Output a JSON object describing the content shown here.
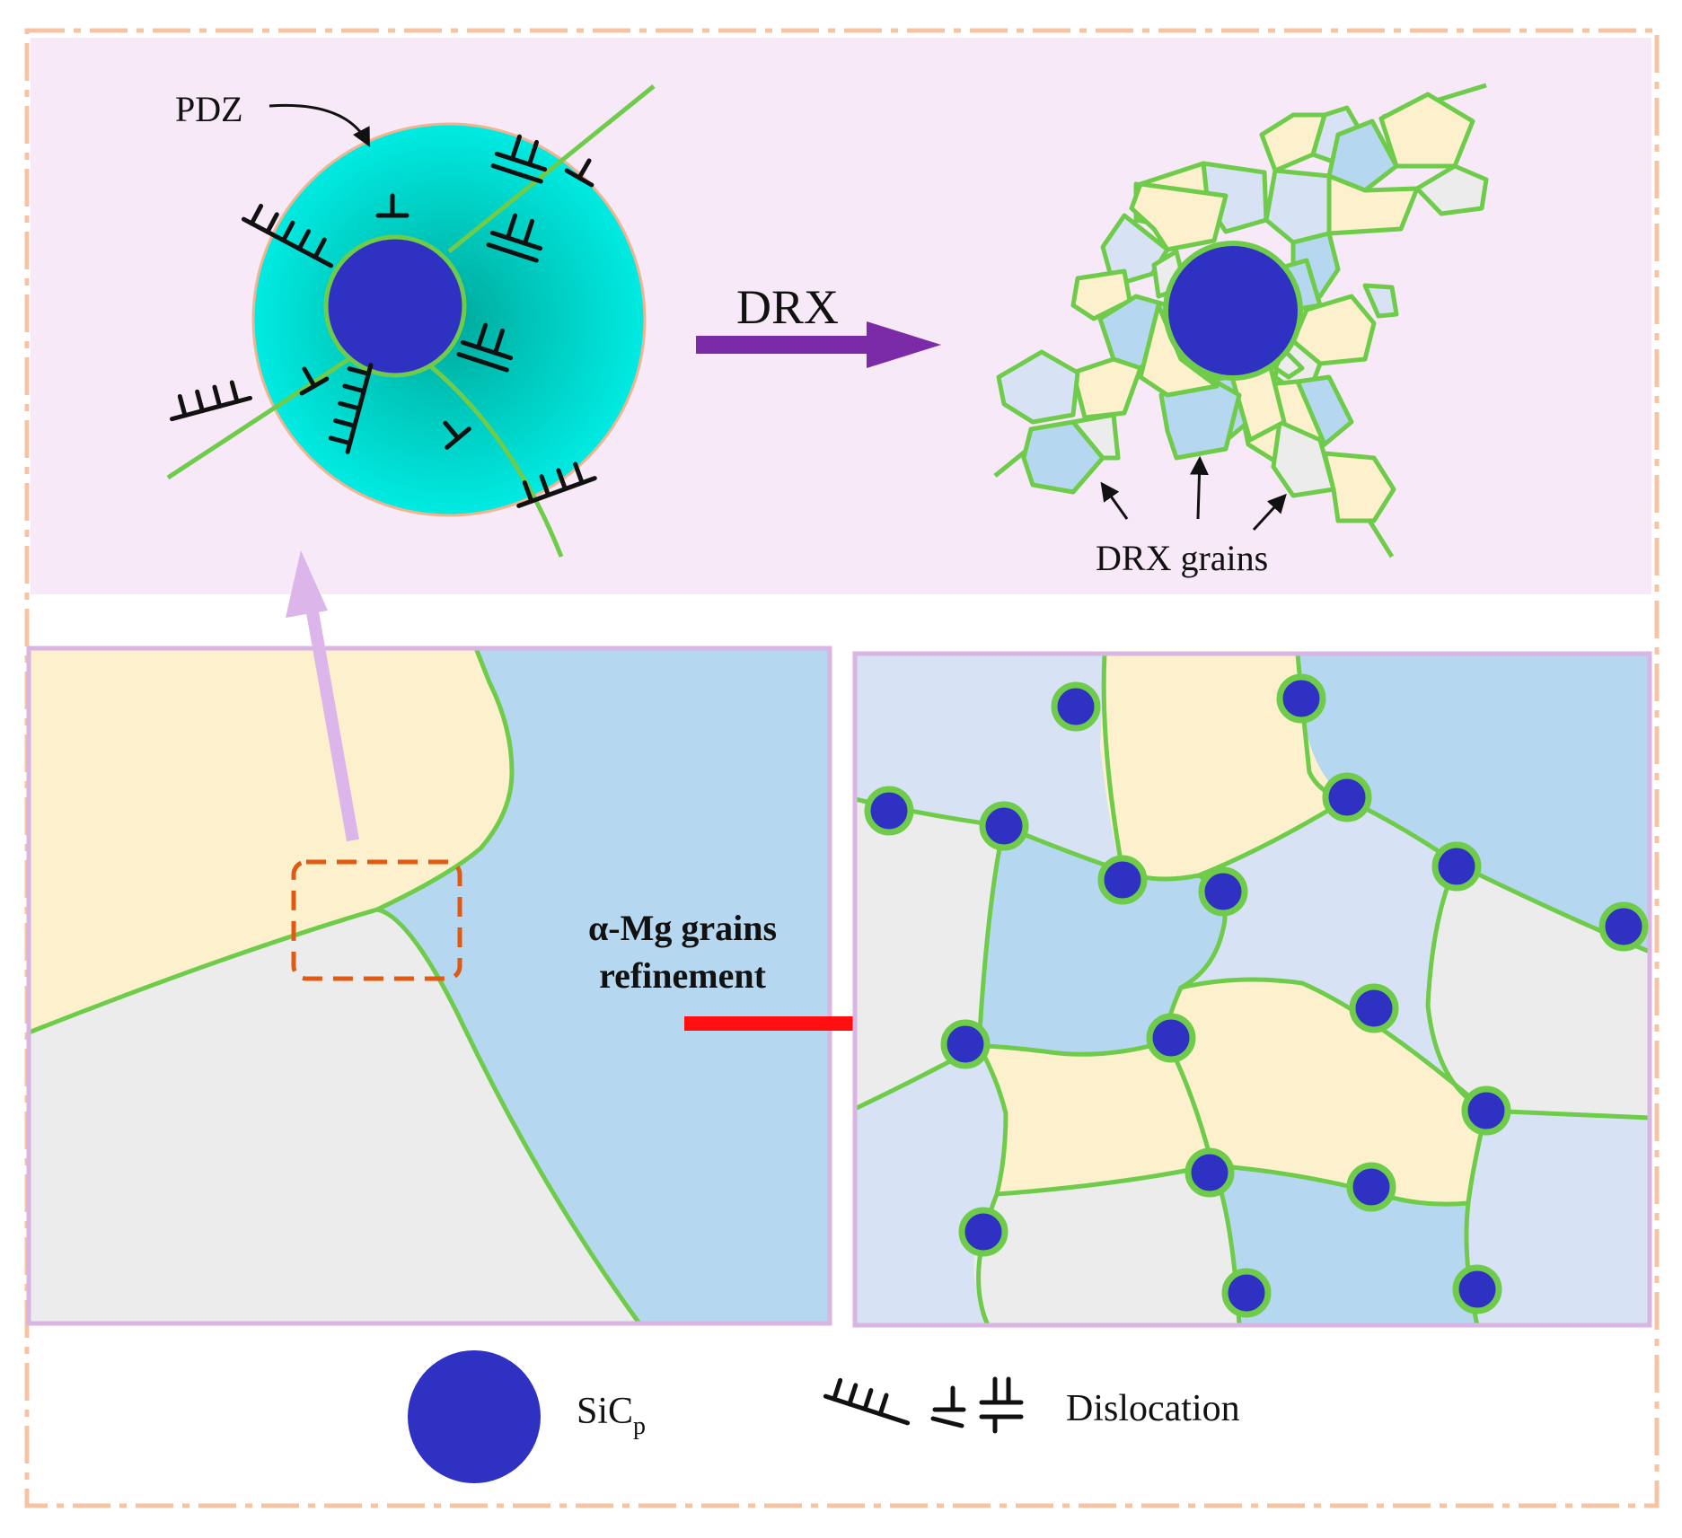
{
  "labels": {
    "pdz": "PDZ",
    "drx": "DRX",
    "drx_grains": "DRX grains",
    "refinement_line1": "α-Mg grains",
    "refinement_line2": "refinement",
    "legend_sic_main": "SiC",
    "legend_sic_sub": "p",
    "legend_dislocation": "Dislocation"
  },
  "colors": {
    "frame_dash": "#f6c3a3",
    "top_panel_bg": "#f7e9f7",
    "panel_border": "#d8b5e3",
    "pdz_outer": "#00e0d8",
    "pdz_inner": "#00bfb3",
    "pdz_rim": "#f0b48e",
    "particle_blue": "#2e31c2",
    "boundary_green": "#6fcc4a",
    "grain_yellow": "#fdf0cd",
    "grain_blue": "#b5d7ef",
    "grain_lightblue": "#d7e3f4",
    "grain_grey": "#ececec",
    "arrow_drx": "#7c2ba8",
    "arrow_up": "#dcb6ea",
    "arrow_red": "#ff0f0f",
    "dashed_box": "#e05a14"
  },
  "icons": [
    "sic-particle-icon",
    "dislocation-symbol-icon"
  ]
}
